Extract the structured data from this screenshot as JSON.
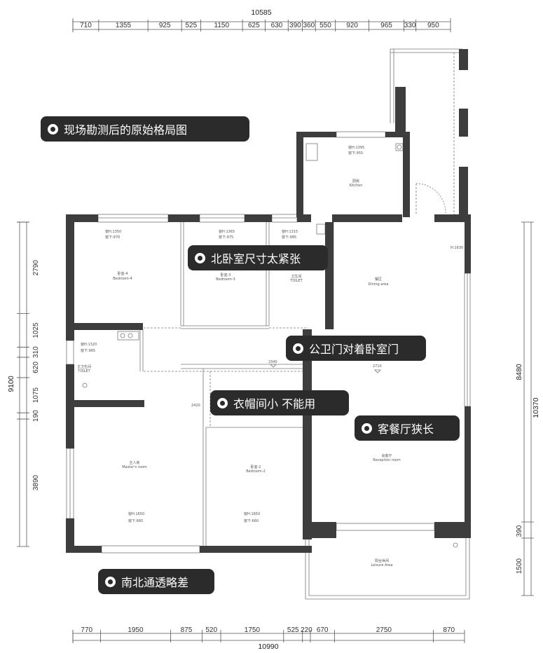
{
  "dims": {
    "top_total": "10585",
    "top": [
      "710",
      "1355",
      "925",
      "525",
      "1150",
      "625",
      "630",
      "390",
      "360",
      "550",
      "920",
      "965",
      "330",
      "950"
    ],
    "bottom_total": "10990",
    "bottom": [
      "770",
      "1950",
      "875",
      "520",
      "1750",
      "525",
      "220",
      "670",
      "2750",
      "870"
    ],
    "left_total": "9100",
    "left": [
      "2790",
      "1025",
      "310",
      "620",
      "1075",
      "190",
      "3890"
    ],
    "right_total": "10370",
    "right_sub": "8480",
    "right_a": "390",
    "right_b": "1500"
  },
  "rooms": {
    "kitchen": {
      "win_h": "窗H:1395",
      "win_d": "窗下:955",
      "cn": "厨房",
      "en": "Kitchen"
    },
    "bedroom4": {
      "win_h": "窗H:1350",
      "win_d": "窗下:970",
      "cn": "卧室-4",
      "en": "Bedroom-4"
    },
    "bedroom3": {
      "win_h": "窗H:1365",
      "win_d": "窗下:975",
      "cn": "卧室-3",
      "en": "Bedroom-3"
    },
    "toilet_n": {
      "win_h": "窗H:1315",
      "win_d": "窗下:985",
      "cn": "卫生间",
      "en": "TOILET"
    },
    "dining": {
      "win_h": "H:1630",
      "cn": "餐区",
      "en": "Dining area"
    },
    "toilet_main": {
      "win_h": "窗H:1320",
      "win_d": "窗下:965",
      "cn": "主卫生间",
      "en": "TOILET"
    },
    "master": {
      "cn": "主人房",
      "en": "Master's room",
      "win_h": "窗H:1650",
      "win_d": "窗下:660"
    },
    "bedroom2": {
      "cn": "卧室-2",
      "en": "Bedroom-2",
      "win_h": "窗H:1650",
      "win_d": "窗下:660"
    },
    "reception": {
      "cn": "会客厅",
      "en": "Reception room"
    },
    "leisure": {
      "cn": "阳台休闲",
      "en": "Leisure Area"
    },
    "dim_2340": "2340",
    "dim_2710": "2710",
    "dim_2420": "2420"
  },
  "callouts": {
    "c1": "现场勘测后的原始格局图",
    "c2": "北卧室尺寸太紧张",
    "c3": "公卫门对着卧室门",
    "c4": "衣帽间小 不能用",
    "c5": "客餐厅狭长",
    "c6": "南北通透略差"
  }
}
